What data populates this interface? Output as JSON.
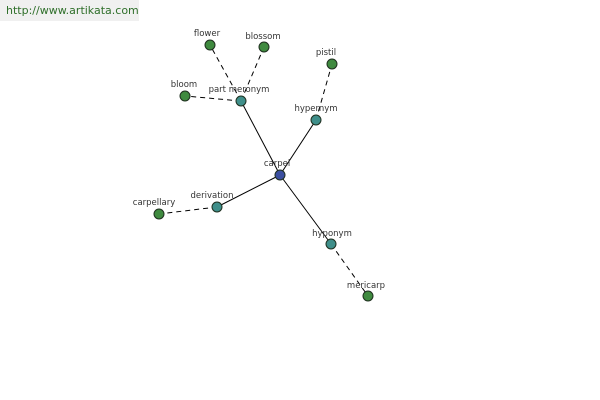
{
  "banner": {
    "url": "http://www.artikata.com"
  },
  "graph": {
    "colors": {
      "center": "#3b4fa0",
      "relation": "#3f8f8a",
      "word": "#3f8a3f"
    },
    "nodes": [
      {
        "id": "carpel",
        "label": "carpel",
        "kind": "center"
      },
      {
        "id": "part-meronym",
        "label": "part meronym",
        "kind": "relation"
      },
      {
        "id": "hypernym",
        "label": "hypernym",
        "kind": "relation"
      },
      {
        "id": "derivation",
        "label": "derivation",
        "kind": "relation"
      },
      {
        "id": "hyponym",
        "label": "hyponym",
        "kind": "relation"
      },
      {
        "id": "flower",
        "label": "flower",
        "kind": "word"
      },
      {
        "id": "blossom",
        "label": "blossom",
        "kind": "word"
      },
      {
        "id": "bloom",
        "label": "bloom",
        "kind": "word"
      },
      {
        "id": "pistil",
        "label": "pistil",
        "kind": "word"
      },
      {
        "id": "carpellary",
        "label": "carpellary",
        "kind": "word"
      },
      {
        "id": "mericarp",
        "label": "mericarp",
        "kind": "word"
      }
    ],
    "edges": [
      {
        "from": "carpel",
        "to": "part-meronym",
        "style": "solid"
      },
      {
        "from": "carpel",
        "to": "hypernym",
        "style": "solid"
      },
      {
        "from": "carpel",
        "to": "derivation",
        "style": "solid"
      },
      {
        "from": "carpel",
        "to": "hyponym",
        "style": "solid"
      },
      {
        "from": "part-meronym",
        "to": "flower",
        "style": "dashed"
      },
      {
        "from": "part-meronym",
        "to": "blossom",
        "style": "dashed"
      },
      {
        "from": "part-meronym",
        "to": "bloom",
        "style": "dashed"
      },
      {
        "from": "hypernym",
        "to": "pistil",
        "style": "dashed"
      },
      {
        "from": "derivation",
        "to": "carpellary",
        "style": "dashed"
      },
      {
        "from": "hyponym",
        "to": "mericarp",
        "style": "dashed"
      }
    ]
  }
}
